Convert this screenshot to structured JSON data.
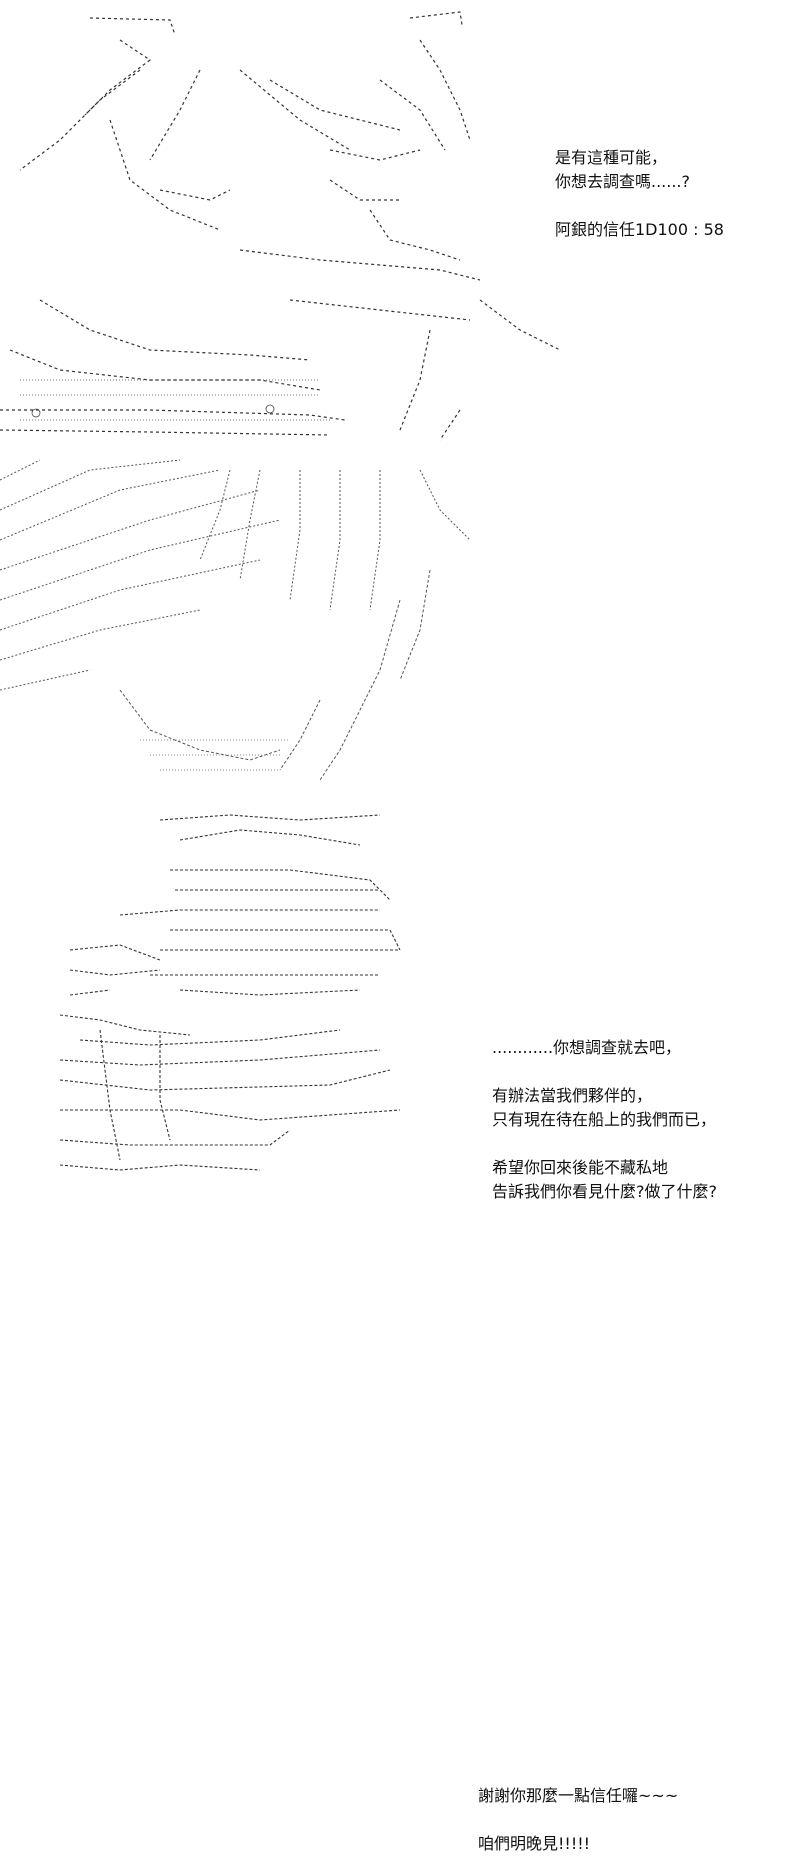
{
  "panels": [
    {
      "lines": [
        "是有這種可能，",
        "你想去調查嗎......?",
        "",
        "阿銀的信任1D100 : 58"
      ]
    },
    {
      "lines": [
        "............你想調查就去吧，",
        "",
        "有辦法當我們夥伴的，",
        "只有現在待在船上的我們而已，",
        "",
        "希望你回來後能不藏私地",
        "告訴我們你看見什麼?做了什麼?"
      ]
    },
    {
      "lines": [
        "謝謝你那麼一點信任囉~~~",
        "",
        "咱們明晚見!!!!!"
      ]
    }
  ]
}
